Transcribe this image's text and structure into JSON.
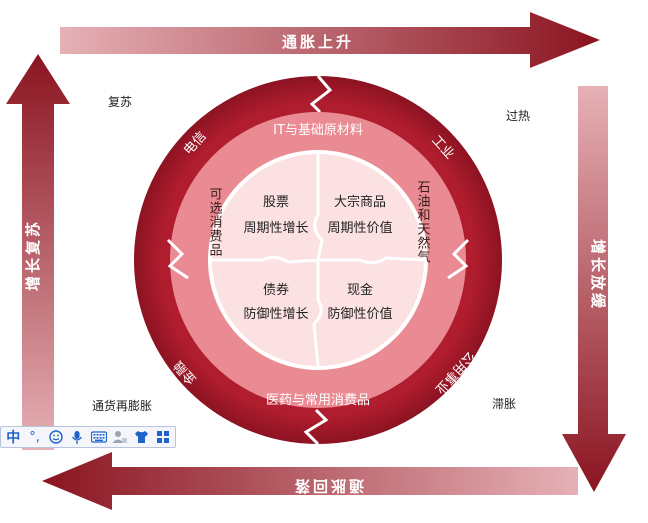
{
  "arrows": {
    "top": "通胀上升",
    "right": "增长放缓",
    "bottom": "通胀回落",
    "left": "增长复苏"
  },
  "corners": {
    "top_left": "复苏",
    "top_right": "过热",
    "bottom_right": "滞胀",
    "bottom_left": "通货再膨胀"
  },
  "outer_ring": {
    "telecom": "电信",
    "industry": "工业",
    "utilities": "公用事业",
    "finance": "金融"
  },
  "middle_ring": {
    "top": "IT与基础原材料",
    "bottom": "医药与常用消费品",
    "left": "可选消费品",
    "right": "石油和天然气"
  },
  "quadrants": {
    "top_left": {
      "title": "股票",
      "subtitle": "周期性增长"
    },
    "top_right": {
      "title": "大宗商品",
      "subtitle": "周期性价值"
    },
    "bottom_left": {
      "title": "债券",
      "subtitle": "防御性增长"
    },
    "bottom_right": {
      "title": "现金",
      "subtitle": "防御性价值"
    }
  },
  "ime_toolbar": {
    "mode_label": "中",
    "punct_label": "°,"
  },
  "colors": {
    "outer_ring": "#a8182b",
    "middle_ring": "#eb8d94",
    "inner_circle": "#fbe0e1",
    "arrow_dark": "#8a1420",
    "arrow_light": "#e3aeb3"
  }
}
